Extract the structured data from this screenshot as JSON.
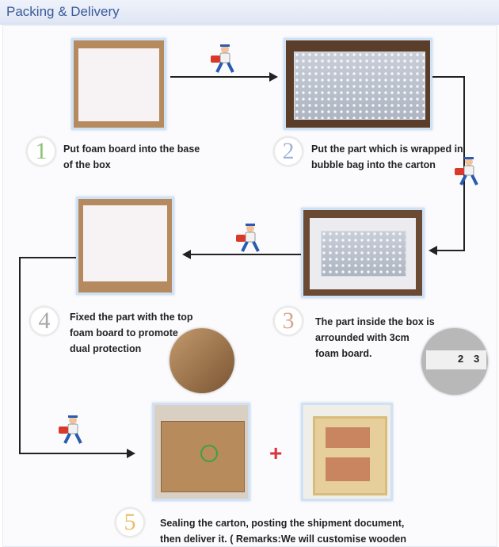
{
  "header": {
    "title": "Packing & Delivery"
  },
  "steps": [
    {
      "number": "1",
      "text_lines": [
        "Put foam board into the base",
        "of the box"
      ]
    },
    {
      "number": "2",
      "text_lines": [
        "Put the part which is wrapped in",
        "bubble bag into the carton"
      ]
    },
    {
      "number": "3",
      "text_lines": [
        "The part inside the box is",
        "arrounded with 3cm",
        "foam board."
      ]
    },
    {
      "number": "4",
      "text_lines": [
        "Fixed the part with the top",
        "foam board to promote",
        "dual protection"
      ]
    },
    {
      "number": "5",
      "text_lines": [
        "Sealing the carton, posting the shipment document,",
        "then deliver it. ( Remarks:We will customise wooden"
      ]
    }
  ],
  "plus_sign": "+",
  "ruler_marks": [
    "2",
    "3"
  ],
  "icons": {
    "courier": "delivery-man-icon",
    "arrows": "flow-arrow-icon"
  },
  "colors": {
    "header_text": "#3a5a9a",
    "plus": "#e0323a",
    "frame": "#cfe1f5"
  }
}
